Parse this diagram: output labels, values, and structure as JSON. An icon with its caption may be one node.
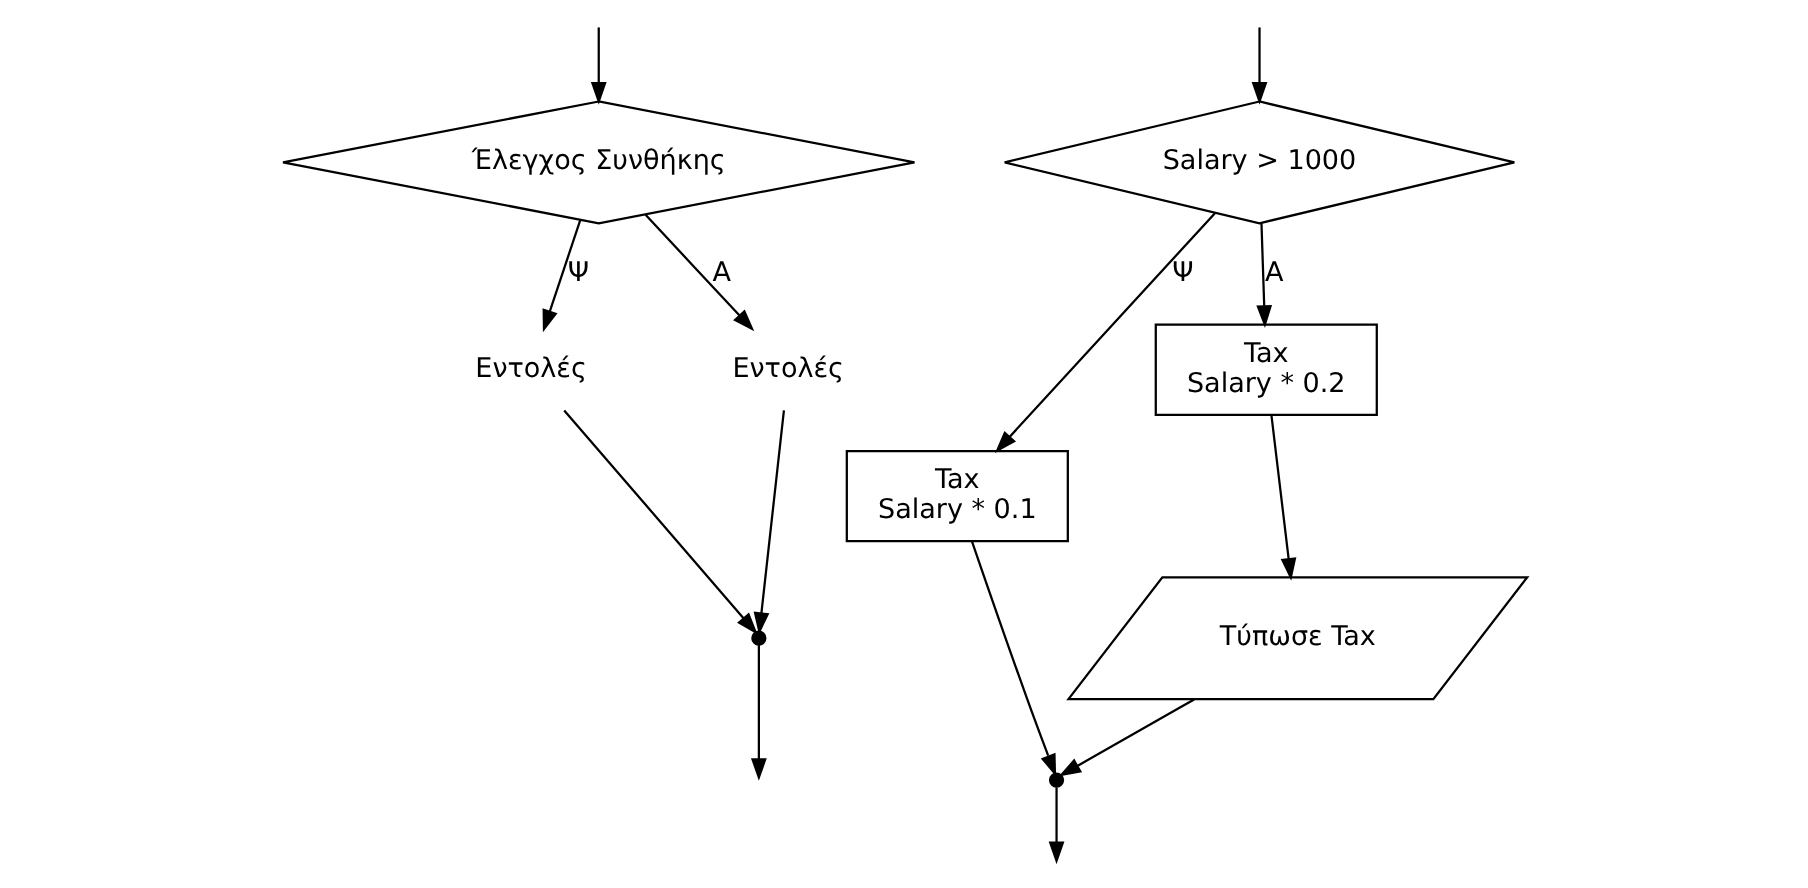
{
  "diagram": {
    "nodes": [
      {
        "text": [
          "Έλεγχος Συνθήκης"
        ]
      },
      {
        "text": [
          "Εντολές"
        ]
      },
      {
        "text": [
          "Εντολές"
        ]
      },
      {
        "text": [],
        "shape": "point"
      },
      {
        "text": [
          "Salary > 1000"
        ]
      },
      {
        "text": [
          "Tax",
          "Salary * 0.1"
        ]
      },
      {
        "text": [
          "Tax",
          "Salary * 0.2"
        ]
      },
      {
        "text": [
          "Τύπωσε Tax"
        ]
      },
      {
        "text": [],
        "shape": "point"
      }
    ],
    "edges": [
      {
        "from": null,
        "to": 0,
        "arrow": "to"
      },
      {
        "from": 0,
        "to": 1,
        "label": "Ψ",
        "arrow": "to"
      },
      {
        "from": 0,
        "to": 2,
        "label": "Α",
        "arrow": "to"
      },
      {
        "from": 1,
        "to": 3,
        "arrow": "to"
      },
      {
        "from": 2,
        "to": 3,
        "arrow": "to"
      },
      {
        "from": 3,
        "to": null,
        "arrow": "to"
      },
      {
        "from": null,
        "to": 4,
        "arrow": "to"
      },
      {
        "from": 4,
        "to": 5,
        "label": "Ψ",
        "arrow": "to"
      },
      {
        "from": 4,
        "to": 6,
        "label": "Α",
        "arrow": "to"
      },
      {
        "from": 6,
        "to": 7,
        "arrow": "to"
      },
      {
        "from": 5,
        "to": 8,
        "arrow": "to"
      },
      {
        "from": 7,
        "to": 8,
        "arrow": "to"
      },
      {
        "from": 8,
        "to": null,
        "arrow": "to"
      }
    ]
  }
}
